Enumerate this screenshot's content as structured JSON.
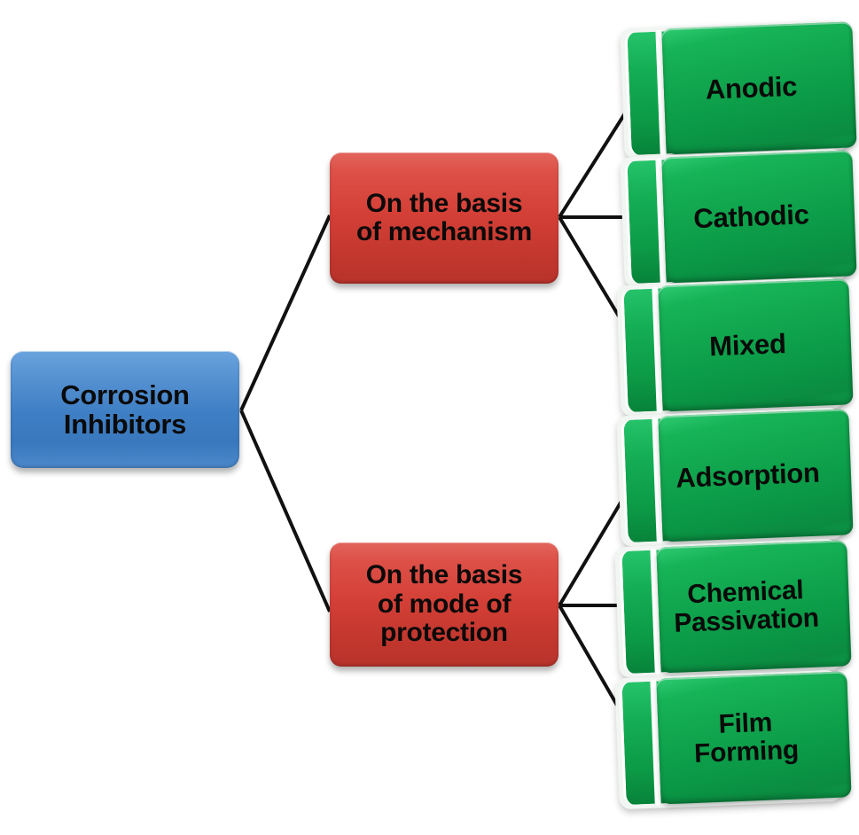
{
  "diagram": {
    "type": "hierarchy-tree",
    "orientation": "left-to-right",
    "background_color": "#ffffff",
    "root": {
      "id": "corrosion-inhibitors",
      "label": "Corrosion\nInhibitors",
      "color": "#3f7fc4",
      "shape": "rounded-rectangle"
    },
    "branches": [
      {
        "id": "basis-of-mechanism",
        "label": "On the basis\nof mechanism",
        "color": "#d33f36",
        "shape": "rounded-rectangle",
        "children": [
          "anodic",
          "cathodic",
          "mixed"
        ]
      },
      {
        "id": "basis-of-mode-of-protection",
        "label": "On the basis\nof mode of\nprotection",
        "color": "#d33f36",
        "shape": "rounded-rectangle",
        "children": [
          "adsorption",
          "chemical-passivation",
          "film-forming"
        ]
      }
    ],
    "leaves": [
      {
        "id": "anodic",
        "label": "Anodic",
        "color": "#10a64e",
        "parent": "basis-of-mechanism"
      },
      {
        "id": "cathodic",
        "label": "Cathodic",
        "color": "#10a64e",
        "parent": "basis-of-mechanism"
      },
      {
        "id": "mixed",
        "label": "Mixed",
        "color": "#10a64e",
        "parent": "basis-of-mechanism"
      },
      {
        "id": "adsorption",
        "label": "Adsorption",
        "color": "#10a64e",
        "parent": "basis-of-mode-of-protection"
      },
      {
        "id": "chemical-passivation",
        "label": "Chemical\nPassivation",
        "color": "#10a64e",
        "parent": "basis-of-mode-of-protection"
      },
      {
        "id": "film-forming",
        "label": "Film\nForming",
        "color": "#10a64e",
        "parent": "basis-of-mode-of-protection"
      }
    ],
    "connector_color": "#111111"
  }
}
